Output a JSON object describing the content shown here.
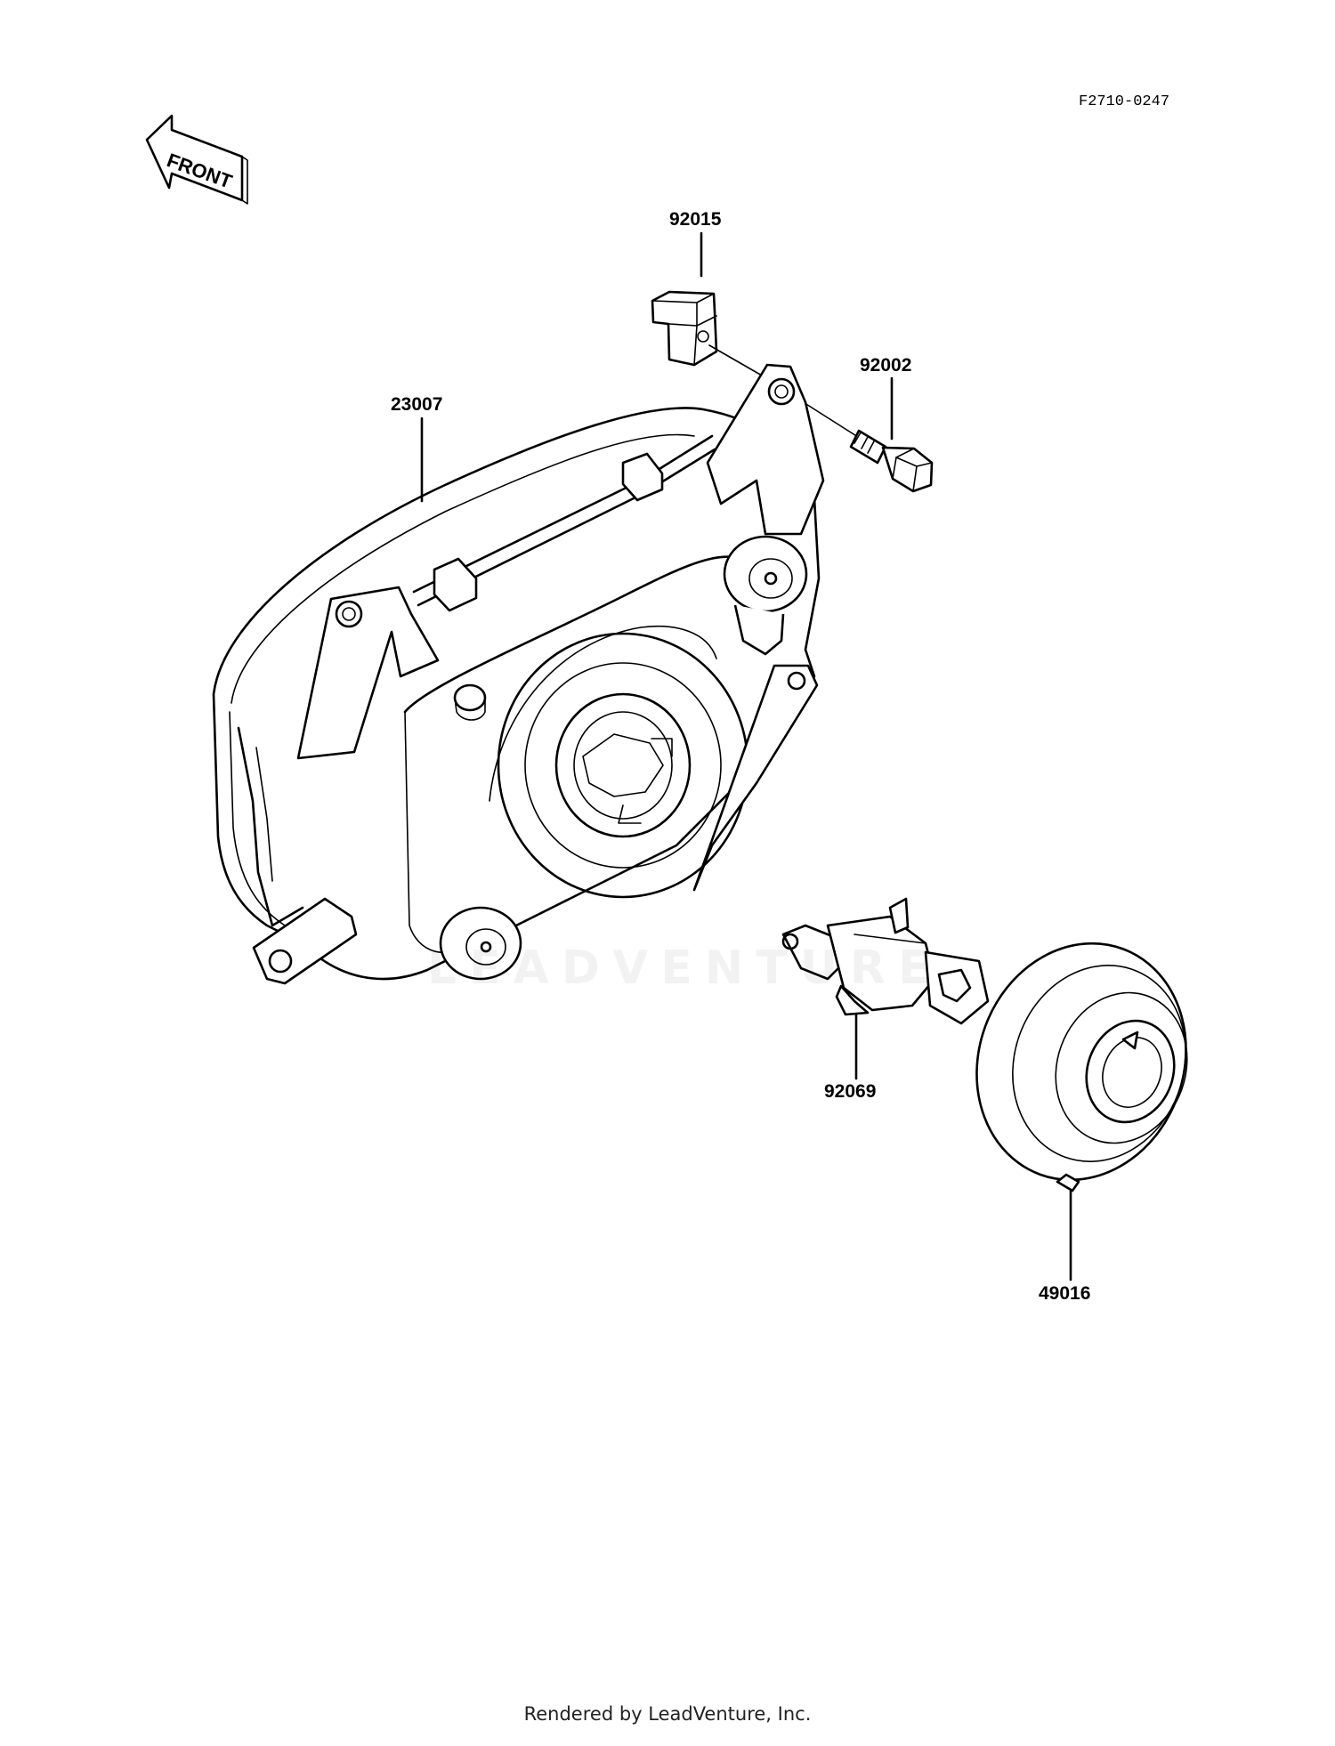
{
  "diagram": {
    "figure_code": "F2710-0247",
    "front_label": "FRONT",
    "parts": [
      {
        "id": "housing",
        "number": "23007"
      },
      {
        "id": "nut",
        "number": "92015"
      },
      {
        "id": "bolt",
        "number": "92002"
      },
      {
        "id": "bulb",
        "number": "92069"
      },
      {
        "id": "cap",
        "number": "49016"
      }
    ]
  },
  "watermark": "LEADVENTURE",
  "footer": {
    "rendered_by": "Rendered by LeadVenture, Inc."
  }
}
